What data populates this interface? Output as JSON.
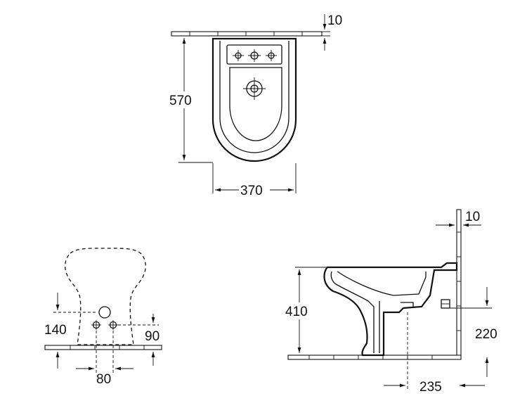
{
  "dimensions": {
    "top_view": {
      "width": "370",
      "depth": "570",
      "wall_gap": "10"
    },
    "front_view": {
      "tap_height": "140",
      "waste_height": "90",
      "tap_spacing": "80"
    },
    "side_view": {
      "height": "410",
      "wall_gap": "10",
      "outlet_height": "220",
      "outlet_distance": "235"
    }
  },
  "colors": {
    "line": "#111111",
    "background": "#ffffff"
  },
  "icons": [
    "tap-hole-icon",
    "overflow-icon",
    "waste-outlet-icon"
  ]
}
